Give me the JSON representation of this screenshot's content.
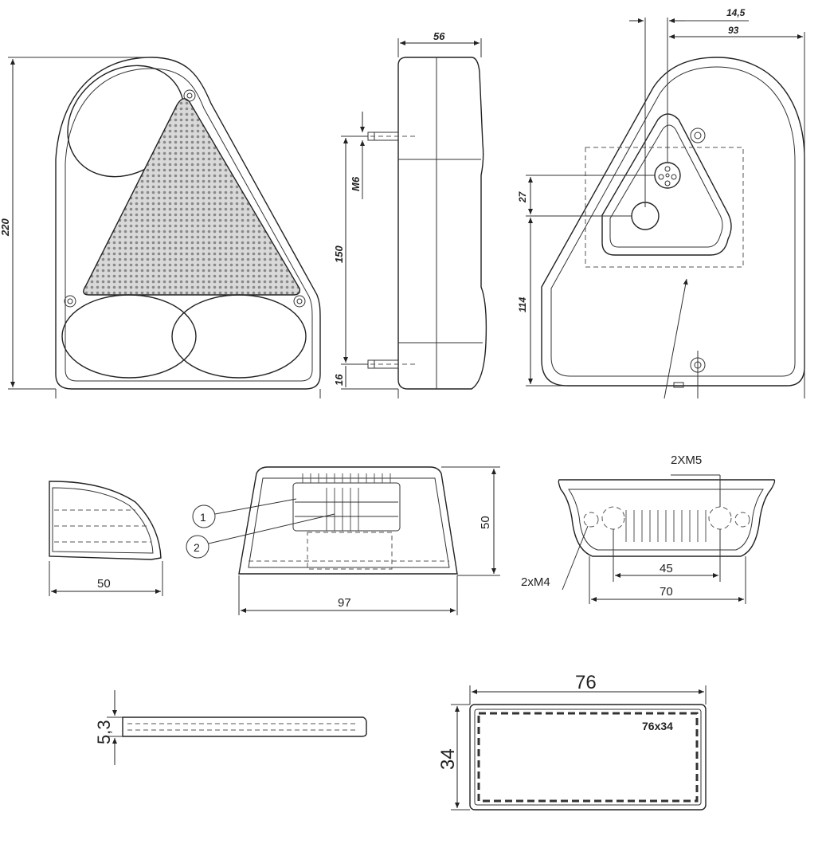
{
  "top_row": {
    "front_view": {
      "height_dim": "220"
    },
    "side_view": {
      "depth_dim": "56",
      "bolt_label": "M6",
      "bolt_spacing_dim": "150",
      "bottom_offset_dim": "16"
    },
    "rear_view": {
      "offset_small_dim": "14,5",
      "offset_large_dim": "93",
      "connector_spacing_dim": "27",
      "hole_height_dim": "114"
    }
  },
  "middle_row": {
    "lamp_side": {
      "width_dim": "50"
    },
    "lamp_front": {
      "height_dim": "50",
      "width_dim": "97",
      "callout_1": "1",
      "callout_2": "2"
    },
    "lamp_bottom": {
      "screw_label_top": "2XM5",
      "screw_label_side": "2xM4",
      "inner_width_dim": "45",
      "outer_width_dim": "70"
    }
  },
  "bottom_row": {
    "lens_side": {
      "thickness_dim": "5,3"
    },
    "lens_top": {
      "width_dim": "76",
      "height_dim": "34",
      "size_label": "76x34"
    }
  }
}
